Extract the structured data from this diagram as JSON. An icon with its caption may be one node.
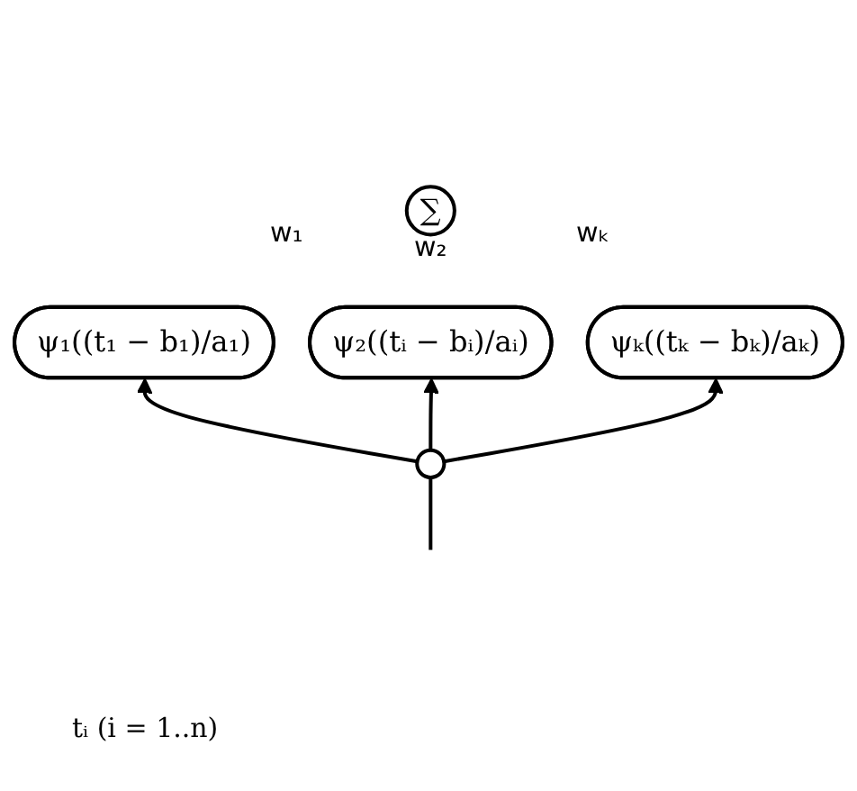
{
  "diagram": {
    "nodes": [
      {
        "text": [
          "∑"
        ]
      },
      {
        "text": [
          "ψ₁((t₁ − b₁)/a₁)"
        ]
      },
      {
        "text": [
          "ψ₂((tᵢ − bᵢ)/aᵢ)"
        ]
      },
      {
        "text": [
          "ψₖ((tₖ − bₖ)/aₖ)"
        ]
      },
      {
        "text": [],
        "shape": "circle"
      }
    ],
    "edges": [
      {
        "from": 4,
        "to": 1,
        "arrow": "to"
      },
      {
        "from": 4,
        "to": 2,
        "arrow": "to"
      },
      {
        "from": 4,
        "to": 3,
        "arrow": "to"
      },
      {
        "from": null,
        "to": 4,
        "arrow": "none"
      }
    ],
    "labels": [
      "w₁",
      "w₂",
      "wₖ",
      "tᵢ (i = 1..n)"
    ]
  }
}
